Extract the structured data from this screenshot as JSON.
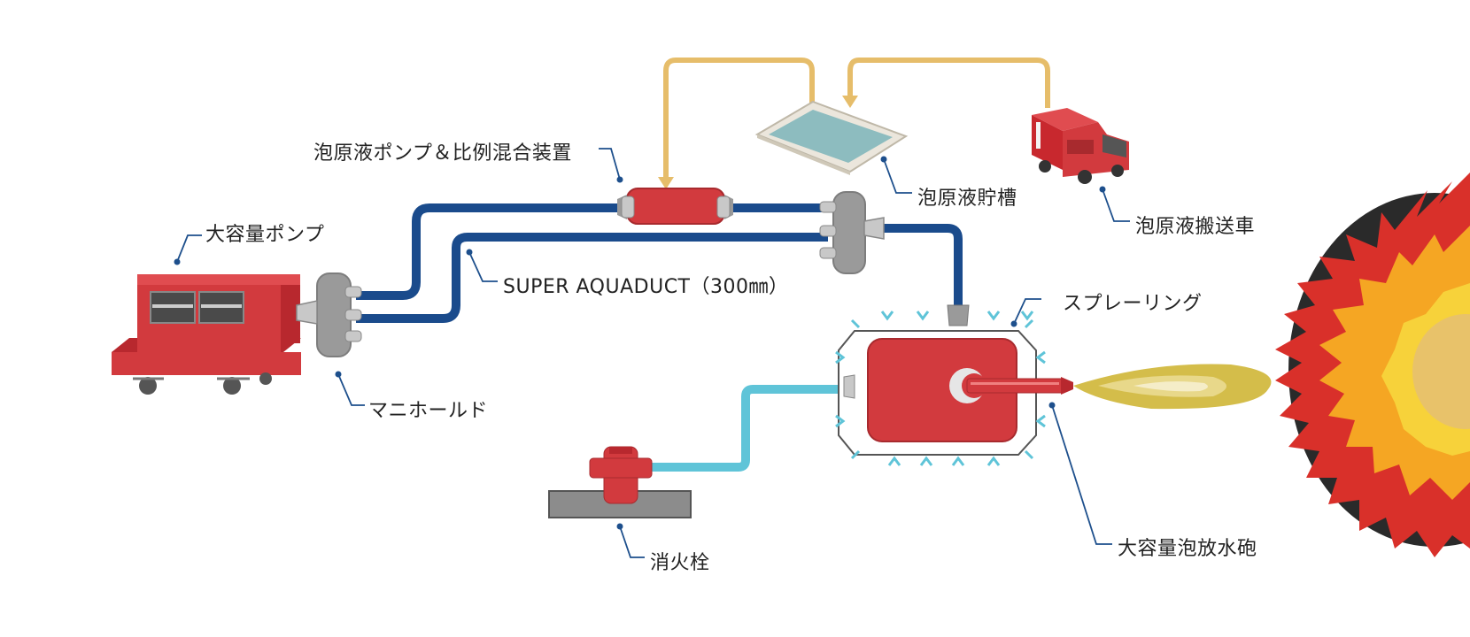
{
  "labels": {
    "large_pump": "大容量ポンプ",
    "manifold": "マニホールド",
    "super_aquaduct": "SUPER AQUADUCT（300㎜）",
    "proportioner": "泡原液ポンプ＆比例混合装置",
    "foam_tank": "泡原液貯槽",
    "foam_truck": "泡原液搬送車",
    "spray_ring": "スプレーリング",
    "monitor": "大容量泡放水砲",
    "hydrant": "消火栓"
  },
  "colors": {
    "hose_dark_blue": "#1a4b8c",
    "hose_light_blue": "#5fc4d8",
    "foam_line": "#e6bd6a",
    "equipment_red": "#d23a3e",
    "fitting_gray": "#9a9a9a",
    "leader_line": "#1d4f8c",
    "fire_red": "#d9302a",
    "fire_orange": "#f5a623",
    "fire_yellow": "#f7d23a",
    "foam_stream": "#d4bd4a"
  },
  "icons": [
    "pump-unit-icon",
    "manifold-icon",
    "proportioner-icon",
    "foam-tank-icon",
    "fire-truck-icon",
    "spray-ring-icon",
    "monitor-nozzle-icon",
    "hydrant-icon",
    "fire-icon"
  ]
}
